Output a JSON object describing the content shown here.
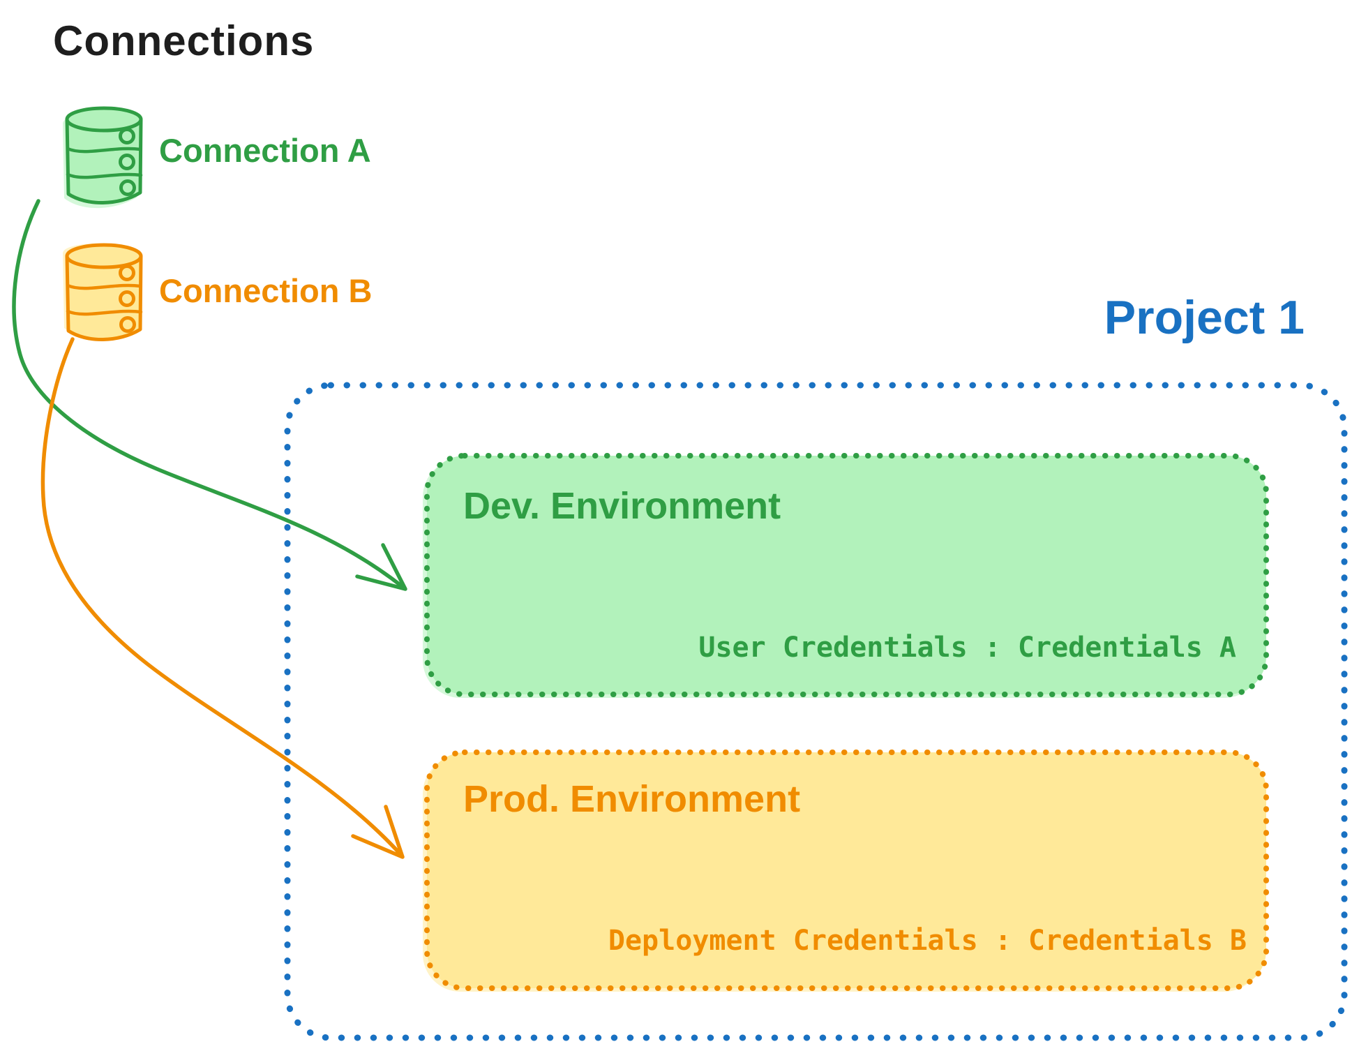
{
  "page": {
    "title": "Connections",
    "background": "#ffffff",
    "text_color": "#1e1e1e"
  },
  "connections": [
    {
      "label": "Connection A",
      "icon": "database-icon",
      "stroke": "#2f9e44",
      "fill": "#b2f2bb",
      "arrow_target": "Dev. Environment"
    },
    {
      "label": "Connection B",
      "icon": "database-icon",
      "stroke": "#f08c00",
      "fill": "#ffe999",
      "arrow_target": "Prod. Environment"
    }
  ],
  "project": {
    "label": "Project 1",
    "accent": "#1971c2",
    "environments": [
      {
        "title": "Dev. Environment",
        "credentials_label": "User Credentials : Credentials A",
        "stroke": "#2f9e44",
        "fill": "#b2f2bb"
      },
      {
        "title": "Prod. Environment",
        "credentials_label": "Deployment Credentials : Credentials B",
        "stroke": "#f08c00",
        "fill": "#ffe999"
      }
    ]
  }
}
